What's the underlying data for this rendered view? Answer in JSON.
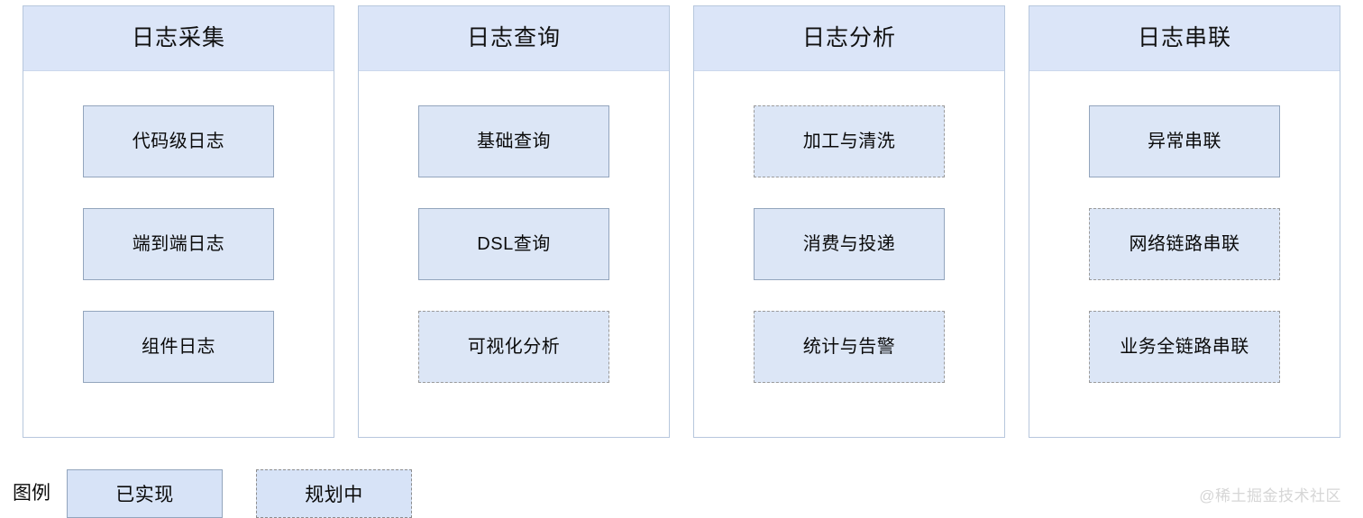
{
  "diagram": {
    "columns": [
      {
        "title": "日志采集",
        "items": [
          {
            "label": "代码级日志",
            "style": "solid"
          },
          {
            "label": "端到端日志",
            "style": "solid"
          },
          {
            "label": "组件日志",
            "style": "solid"
          }
        ]
      },
      {
        "title": "日志查询",
        "items": [
          {
            "label": "基础查询",
            "style": "solid"
          },
          {
            "label": "DSL查询",
            "style": "solid"
          },
          {
            "label": "可视化分析",
            "style": "dashed"
          }
        ]
      },
      {
        "title": "日志分析",
        "items": [
          {
            "label": "加工与清洗",
            "style": "dashed"
          },
          {
            "label": "消费与投递",
            "style": "solid"
          },
          {
            "label": "统计与告警",
            "style": "dashed"
          }
        ]
      },
      {
        "title": "日志串联",
        "items": [
          {
            "label": "异常串联",
            "style": "solid"
          },
          {
            "label": "网络链路串联",
            "style": "dashed"
          },
          {
            "label": "业务全链路串联",
            "style": "dashed"
          }
        ]
      }
    ]
  },
  "legend": {
    "title": "图例",
    "implemented_label": "已实现",
    "planned_label": "规划中"
  },
  "watermark": {
    "text": "@稀土掘金技术社区"
  },
  "colors": {
    "header_fill": "#dbe5f8",
    "box_fill": "#dce6f6",
    "solid_border": "#93a5bd",
    "dashed_border": "#9a9a9a",
    "panel_border": "#b7c7dd",
    "text": "#0a0a0a",
    "watermark": "#d6d6d6"
  }
}
